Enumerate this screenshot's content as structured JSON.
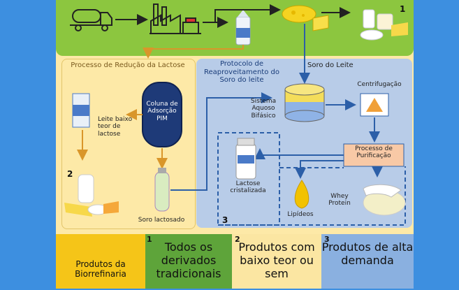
{
  "top": {
    "marker": "1"
  },
  "lactose_panel": {
    "title": "Processo de Redução da Lactose",
    "column_label": "Coluna de Adsorção PIM",
    "milk_low_label": "Leite baixo teor de lactose",
    "marker": "2",
    "serum_label": "Soro lactosado"
  },
  "whey_panel": {
    "title": "Protocolo de Reaproveitamento do Soro do leite",
    "whey_label": "Soro do Leite",
    "system_label": "Sistema Aquoso Bifásico",
    "centrifuge_label": "Centrifugação",
    "purification_label": "Processo de Purificação",
    "lactose_label": "Lactose cristalizada",
    "lipids_label": "Lipídeos",
    "protein_label": "Whey Protein",
    "marker": "3"
  },
  "bottom": {
    "products_label": "Produtos da Biorrefinaria",
    "box1": {
      "marker": "1",
      "text": "Todos os derivados tradicionais"
    },
    "box2": {
      "marker": "2",
      "text": "Produtos com baixo teor ou sem"
    },
    "box3": {
      "marker": "3",
      "text": "Produtos de alta demanda"
    }
  },
  "colors": {
    "green": "#8cc63f",
    "cream": "#fde9a7",
    "blue_panel": "#b8cce8",
    "orange_arrow": "#e8a93a",
    "blue_arrow": "#2c5fa8",
    "yellow_box": "#f5c518",
    "background": "#3d8fe0"
  }
}
